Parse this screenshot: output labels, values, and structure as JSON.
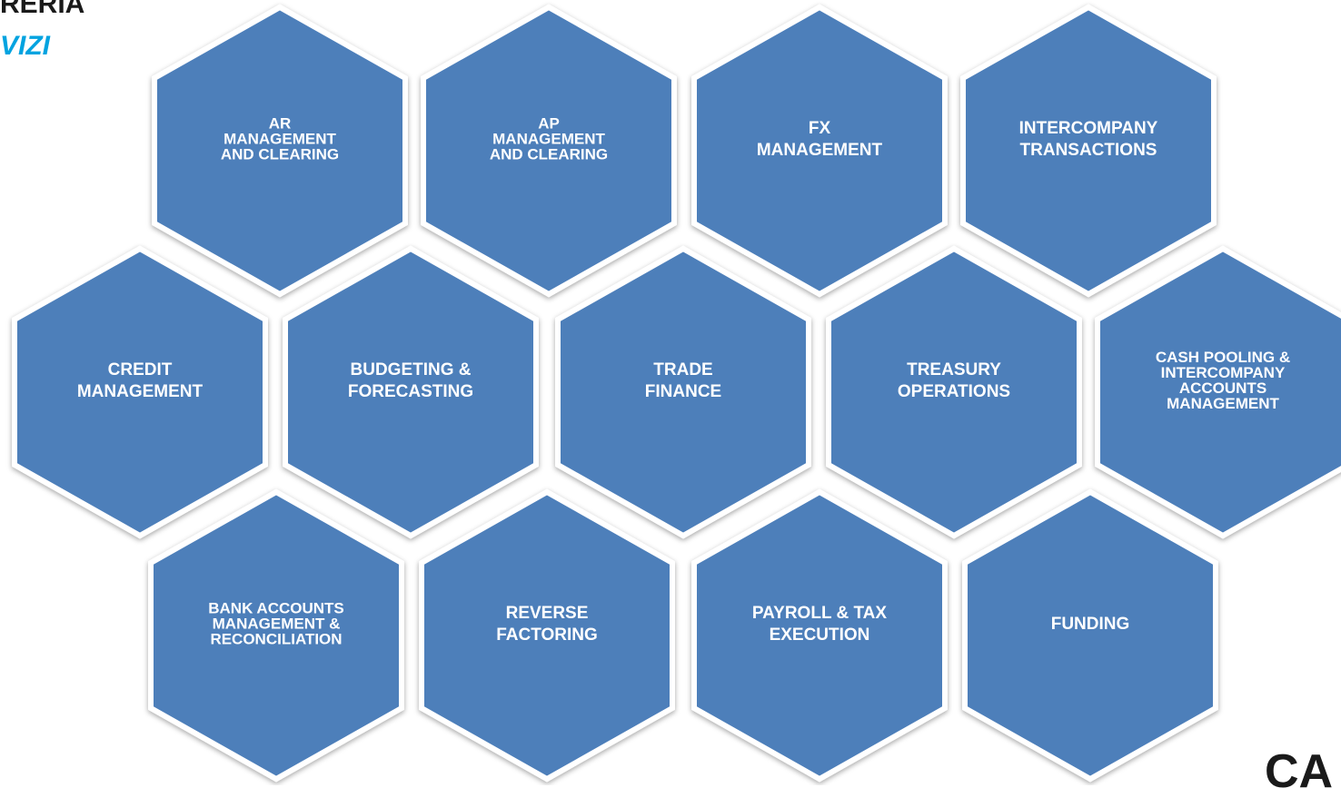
{
  "header": {
    "title": "RERIA",
    "subtitle": "VIZI"
  },
  "corner_text": "CA",
  "colors": {
    "hex_fill": "#4e7fba",
    "hex_border": "#ffffff",
    "subtitle": "#00a3e0"
  },
  "hexagons": [
    {
      "lines": [
        "AR",
        "MANAGEMENT",
        "AND CLEARING"
      ]
    },
    {
      "lines": [
        "AP",
        "MANAGEMENT",
        "AND CLEARING"
      ]
    },
    {
      "lines": [
        "FX",
        "MANAGEMENT"
      ]
    },
    {
      "lines": [
        "INTERCOMPANY",
        "TRANSACTIONS"
      ]
    },
    {
      "lines": [
        "CREDIT",
        "MANAGEMENT"
      ]
    },
    {
      "lines": [
        "BUDGETING &",
        "FORECASTING"
      ]
    },
    {
      "lines": [
        "TRADE",
        "FINANCE"
      ]
    },
    {
      "lines": [
        "TREASURY",
        "OPERATIONS"
      ]
    },
    {
      "lines": [
        "CASH POOLING &",
        "INTERCOMPANY",
        "ACCOUNTS",
        "MANAGEMENT"
      ]
    },
    {
      "lines": [
        "BANK ACCOUNTS",
        "MANAGEMENT &",
        "RECONCILIATION"
      ]
    },
    {
      "lines": [
        "REVERSE",
        "FACTORING"
      ]
    },
    {
      "lines": [
        "PAYROLL & TAX",
        "EXECUTION"
      ]
    },
    {
      "lines": [
        "FUNDING"
      ]
    }
  ]
}
